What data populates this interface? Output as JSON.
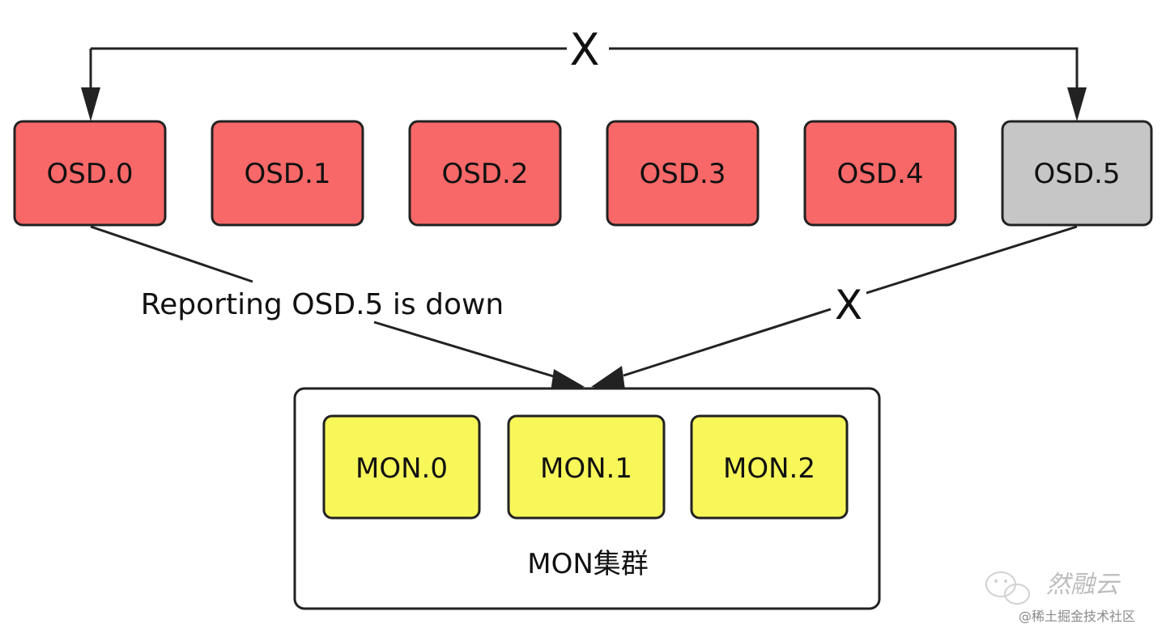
{
  "osds": [
    {
      "label": "OSD.0",
      "color": "#f96868"
    },
    {
      "label": "OSD.1",
      "color": "#f96868"
    },
    {
      "label": "OSD.2",
      "color": "#f96868"
    },
    {
      "label": "OSD.3",
      "color": "#f96868"
    },
    {
      "label": "OSD.4",
      "color": "#f96868"
    },
    {
      "label": "OSD.5",
      "color": "#c6c6c6"
    }
  ],
  "mons": [
    {
      "label": "MON.0",
      "color": "#f7f75a"
    },
    {
      "label": "MON.1",
      "color": "#f7f75a"
    },
    {
      "label": "MON.2",
      "color": "#f7f75a"
    }
  ],
  "cluster_label": "MON集群",
  "edges": {
    "top_cross": "X",
    "report_label": "Reporting OSD.5 is down",
    "osd5_to_mon_cross": "X"
  },
  "watermark": {
    "brand": "然融云",
    "site": "@稀土掘金技术社区"
  }
}
